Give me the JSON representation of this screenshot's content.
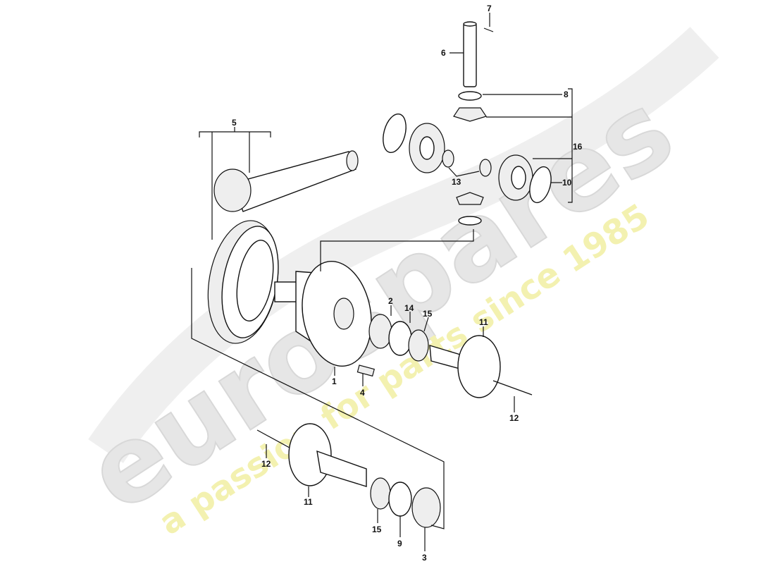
{
  "watermark": {
    "brand": "eurospares",
    "tagline": "a passion for parts since 1985",
    "brand_color": "#e6e6e6",
    "tagline_color": "#f3f1b0"
  },
  "callouts": {
    "c7": "7",
    "c6": "6",
    "c8": "8",
    "c16": "16",
    "c10": "10",
    "c13": "13",
    "c5": "5",
    "c2": "2",
    "c14": "14",
    "c15a": "15",
    "c11a": "11",
    "c1": "1",
    "c4": "4",
    "c12a": "12",
    "c12b": "12",
    "c11b": "11",
    "c15b": "15",
    "c9": "9",
    "c3": "3"
  }
}
